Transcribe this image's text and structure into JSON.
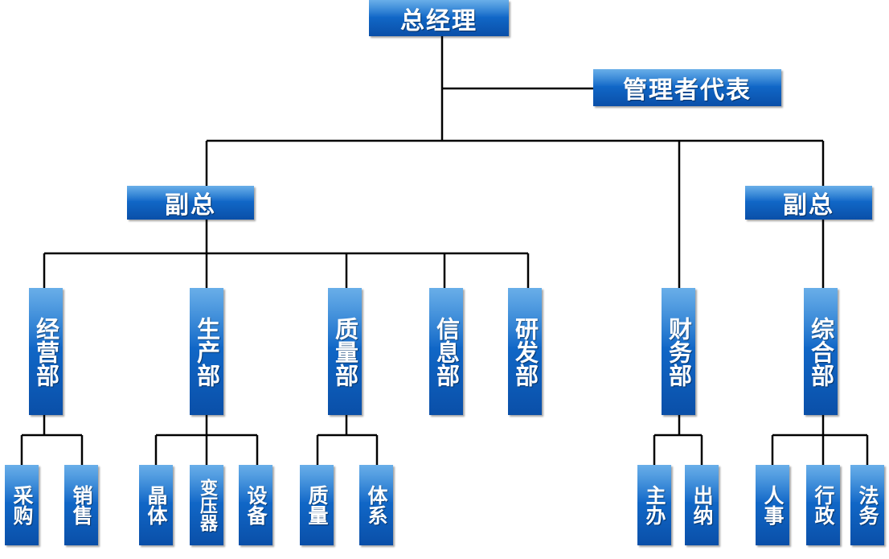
{
  "general_manager": "总经理",
  "management_rep": "管理者代表",
  "vp_left": "副总",
  "vp_right": "副总",
  "departments": {
    "business": "经营部",
    "production": "生产部",
    "quality": "质量部",
    "info": "信息部",
    "rnd": "研发部",
    "finance": "财务部",
    "general_affairs": "综合部"
  },
  "sections": {
    "purchasing": "采购",
    "sales": "销售",
    "crystal": "晶体",
    "transformer": "变压器",
    "equipment": "设备",
    "quality": "质量",
    "system": "体系",
    "accounting": "主办",
    "cashier": "出纳",
    "hr": "人事",
    "admin": "行政",
    "legal": "法务"
  },
  "colors": {
    "box_top": "#2f8fe0",
    "box_bottom": "#0a4fa8",
    "line": "#000000",
    "text": "#ffffff"
  }
}
